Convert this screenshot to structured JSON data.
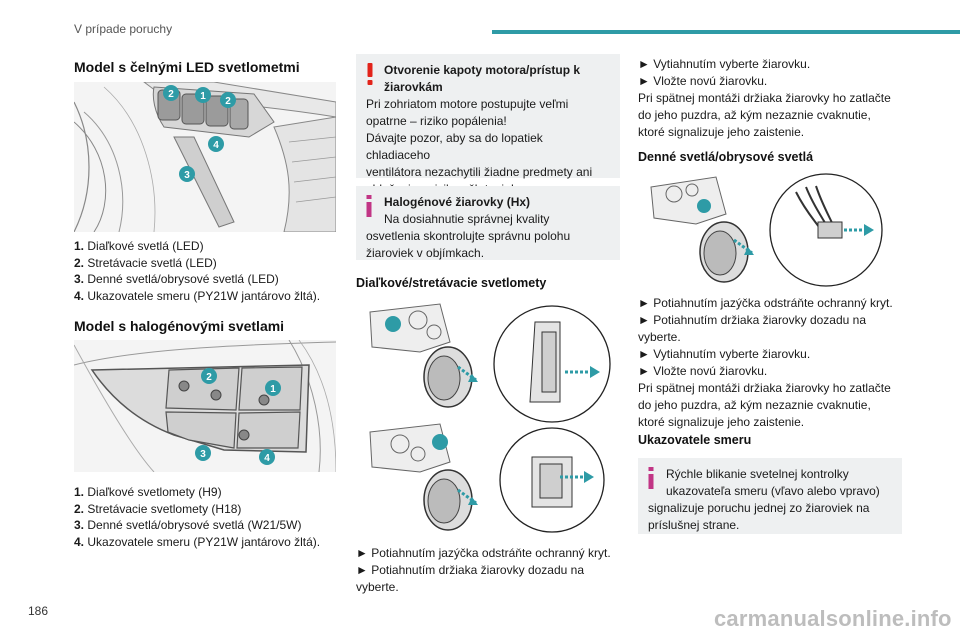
{
  "header": {
    "section": "V prípade poruchy"
  },
  "footer": {
    "page_number": "186",
    "watermark": "carmanualsonline.info"
  },
  "col1": {
    "led_heading": "Model s čelnými LED svetlometmi",
    "led_list": [
      {
        "n": "1.",
        "text": "Diaľkové svetlá (LED)"
      },
      {
        "n": "2.",
        "text": "Stretávacie svetlá (LED)"
      },
      {
        "n": "3.",
        "text": "Denné svetlá/obrysové svetlá (LED)"
      },
      {
        "n": "4.",
        "text": "Ukazovatele smeru (PY21W jantárovo žltá)."
      }
    ],
    "halogen_heading": "Model s halogénovými svetlami",
    "halogen_list": [
      {
        "n": "1.",
        "text": "Diaľkové svetlomety (H9)"
      },
      {
        "n": "2.",
        "text": "Stretávacie svetlomety (H18)"
      },
      {
        "n": "3.",
        "text": "Denné svetlá/obrysové svetlá (W21/5W)"
      },
      {
        "n": "4.",
        "text": "Ukazovatele smeru (PY21W jantárovo žltá)."
      }
    ],
    "led_badges": [
      "2",
      "1",
      "2",
      "4",
      "3"
    ],
    "halogen_badges": [
      "2",
      "1",
      "3",
      "4"
    ]
  },
  "col2": {
    "warning": {
      "title": "Otvorenie kapoty motora/prístup k žiarovkám",
      "title_l1": "Otvorenie kapoty motora/prístup k",
      "title_l2": "žiarovkám",
      "lines": [
        "Pri zohriatom motore postupujte veľmi",
        "opatrne – riziko popálenia!",
        "Dávajte pozor, aby sa do lopatiek chladiaceho",
        "ventilátora nezachytili žiadne predmety ani",
        "oblečenie – riziko uškrtenia!"
      ]
    },
    "info": {
      "title": "Halogénové žiarovky (Hx)",
      "lines": [
        "Na dosiahnutie správnej kvality",
        "osvetlenia skontrolujte správnu polohu",
        "žiaroviek v objímkach."
      ]
    },
    "heading": "Diaľkové/stretávacie svetlomety",
    "steps": [
      "► Potiahnutím jazýčka odstráňte ochranný kryt.",
      "► Potiahnutím držiaka žiarovky dozadu na",
      "vyberte."
    ]
  },
  "col3": {
    "top_lines": [
      "► Vytiahnutím vyberte žiarovku.",
      "► Vložte novú žiarovku.",
      "Pri spätnej montáži držiaka žiarovky ho zatlačte",
      "do jeho puzdra, až kým nezaznie cvaknutie,",
      "ktoré signalizuje jeho zaistenie."
    ],
    "drl_heading": "Denné svetlá/obrysové svetlá",
    "drl_lines": [
      "► Potiahnutím jazýčka odstráňte ochranný kryt.",
      "► Potiahnutím držiaka žiarovky dozadu na",
      "vyberte.",
      "► Vytiahnutím vyberte žiarovku.",
      "► Vložte novú žiarovku.",
      "Pri spätnej montáži držiaka žiarovky ho zatlačte",
      "do jeho puzdra, až kým nezaznie cvaknutie,",
      "ktoré signalizuje jeho zaistenie."
    ],
    "turn_heading": "Ukazovatele smeru",
    "turn_info": {
      "lines": [
        "Rýchle blikanie svetelnej kontrolky",
        "ukazovateľa smeru (vľavo alebo vpravo)",
        "signalizuje poruchu jednej zo žiaroviek na",
        "príslušnej strane."
      ]
    }
  },
  "colors": {
    "accent": "#2e9ba6",
    "warning": "#e2231a",
    "info": "#c13585",
    "box_bg": "#eef0f1"
  }
}
